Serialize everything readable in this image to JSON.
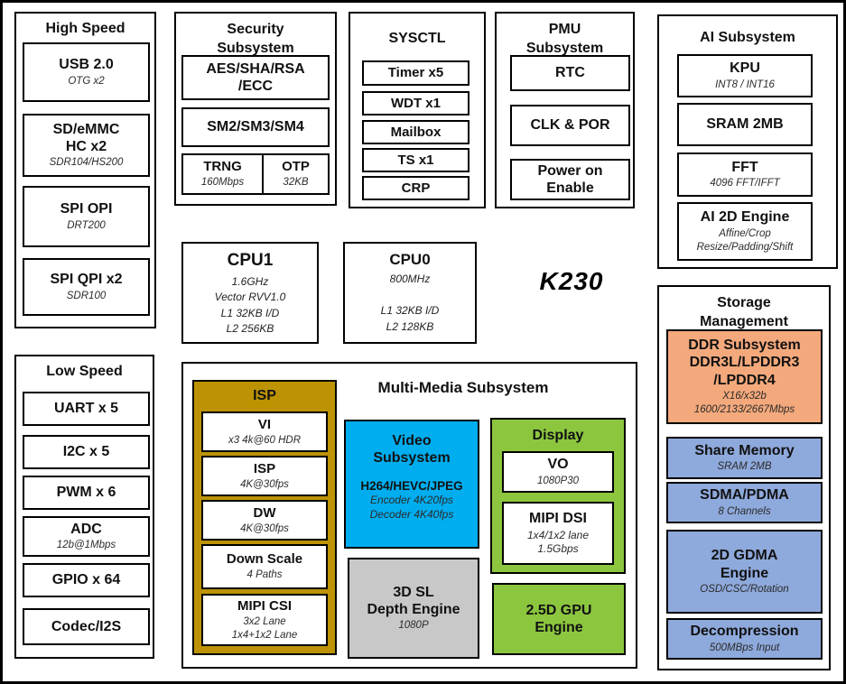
{
  "chip_label": "K230",
  "colors": {
    "isp_gold": "#BD9303",
    "video_cyan": "#00ADEE",
    "display_green": "#8CC63F",
    "ddr_orange": "#F4A97C",
    "memory_blue": "#8EA9DB",
    "depth_gray": "#C8C8C8"
  },
  "high_speed": {
    "title": "High Speed",
    "usb": {
      "label": "USB 2.0",
      "sub": "OTG x2"
    },
    "sdemmc": {
      "label": "SD/eMMC\nHC x2",
      "sub": "SDR104/HS200"
    },
    "spi_opi": {
      "label": "SPI OPI",
      "sub": "DRT200"
    },
    "spi_qpi": {
      "label": "SPI QPI x2",
      "sub": "SDR100"
    }
  },
  "low_speed": {
    "title": "Low Speed",
    "uart": {
      "label": "UART x 5"
    },
    "i2c": {
      "label": "I2C x 5"
    },
    "pwm": {
      "label": "PWM x 6"
    },
    "adc": {
      "label": "ADC",
      "sub": "12b@1Mbps"
    },
    "gpio": {
      "label": "GPIO x 64"
    },
    "codec": {
      "label": "Codec/I2S"
    }
  },
  "security": {
    "title": "Security\nSubsystem",
    "aes": {
      "label": "AES/SHA/RSA\n/ECC"
    },
    "sm": {
      "label": "SM2/SM3/SM4"
    },
    "trng": {
      "label": "TRNG",
      "sub": "160Mbps"
    },
    "otp": {
      "label": "OTP",
      "sub": "32KB"
    }
  },
  "sysctl": {
    "title": "SYSCTL",
    "timer": {
      "label": "Timer x5"
    },
    "wdt": {
      "label": "WDT x1"
    },
    "mailbox": {
      "label": "Mailbox"
    },
    "ts": {
      "label": "TS x1"
    },
    "crp": {
      "label": "CRP"
    }
  },
  "pmu": {
    "title": "PMU\nSubsystem",
    "rtc": {
      "label": "RTC"
    },
    "clk_por": {
      "label": "CLK & POR"
    },
    "power_on_enable": {
      "label": "Power on\nEnable"
    }
  },
  "ai": {
    "title": "AI Subsystem",
    "kpu": {
      "label": "KPU",
      "sub": "INT8 / INT16"
    },
    "sram": {
      "label": "SRAM 2MB"
    },
    "fft": {
      "label": "FFT",
      "sub": "4096 FFT/IFFT"
    },
    "ai_2d_engine": {
      "label": "AI 2D Engine",
      "sub": "Affine/Crop\nResize/Padding/Shift"
    }
  },
  "cpu1": {
    "label": "CPU1",
    "sub": "1.6GHz\nVector RVV1.0\nL1 32KB I/D\nL2 256KB"
  },
  "cpu0": {
    "label": "CPU0",
    "sub": "800MHz\n\nL1 32KB I/D\nL2 128KB"
  },
  "storage": {
    "title": "Storage\nManagement",
    "ddr": {
      "label": "DDR Subsystem\nDDR3L/LPDDR3\n/LPDDR4",
      "sub": "X16/x32b\n1600/2133/2667Mbps"
    },
    "share_memory": {
      "label": "Share Memory",
      "sub": "SRAM 2MB"
    },
    "sdma_pdma": {
      "label": "SDMA/PDMA",
      "sub": "8 Channels"
    },
    "gdma": {
      "label": "2D GDMA\nEngine",
      "sub": "OSD/CSC/Rotation"
    },
    "decompression": {
      "label": "Decompression",
      "sub": "500MBps Input"
    }
  },
  "multimedia": {
    "title": "Multi-Media Subsystem",
    "isp": {
      "title": "ISP",
      "vi": {
        "label": "VI",
        "sub": "x3 4k@60 HDR"
      },
      "isp_core": {
        "label": "ISP",
        "sub": "4K@30fps"
      },
      "dw": {
        "label": "DW",
        "sub": "4K@30fps"
      },
      "down_scale": {
        "label": "Down Scale",
        "sub": "4 Paths"
      },
      "mipi_csi": {
        "label": "MIPI CSI",
        "sub": "3x2 Lane\n1x4+1x2 Lane"
      }
    },
    "video": {
      "label": "Video\nSubsystem",
      "codec": "H264/HEVC/JPEG",
      "sub": "Encoder 4K20fps\nDecoder 4K40fps"
    },
    "display": {
      "title": "Display",
      "vo": {
        "label": "VO",
        "sub": "1080P30"
      },
      "mipi_dsi": {
        "label": "MIPI DSI",
        "sub": "1x4/1x2 lane\n1.5Gbps"
      }
    },
    "depth": {
      "label": "3D SL\nDepth Engine",
      "sub": "1080P"
    },
    "gpu": {
      "label": "2.5D GPU\nEngine"
    }
  }
}
